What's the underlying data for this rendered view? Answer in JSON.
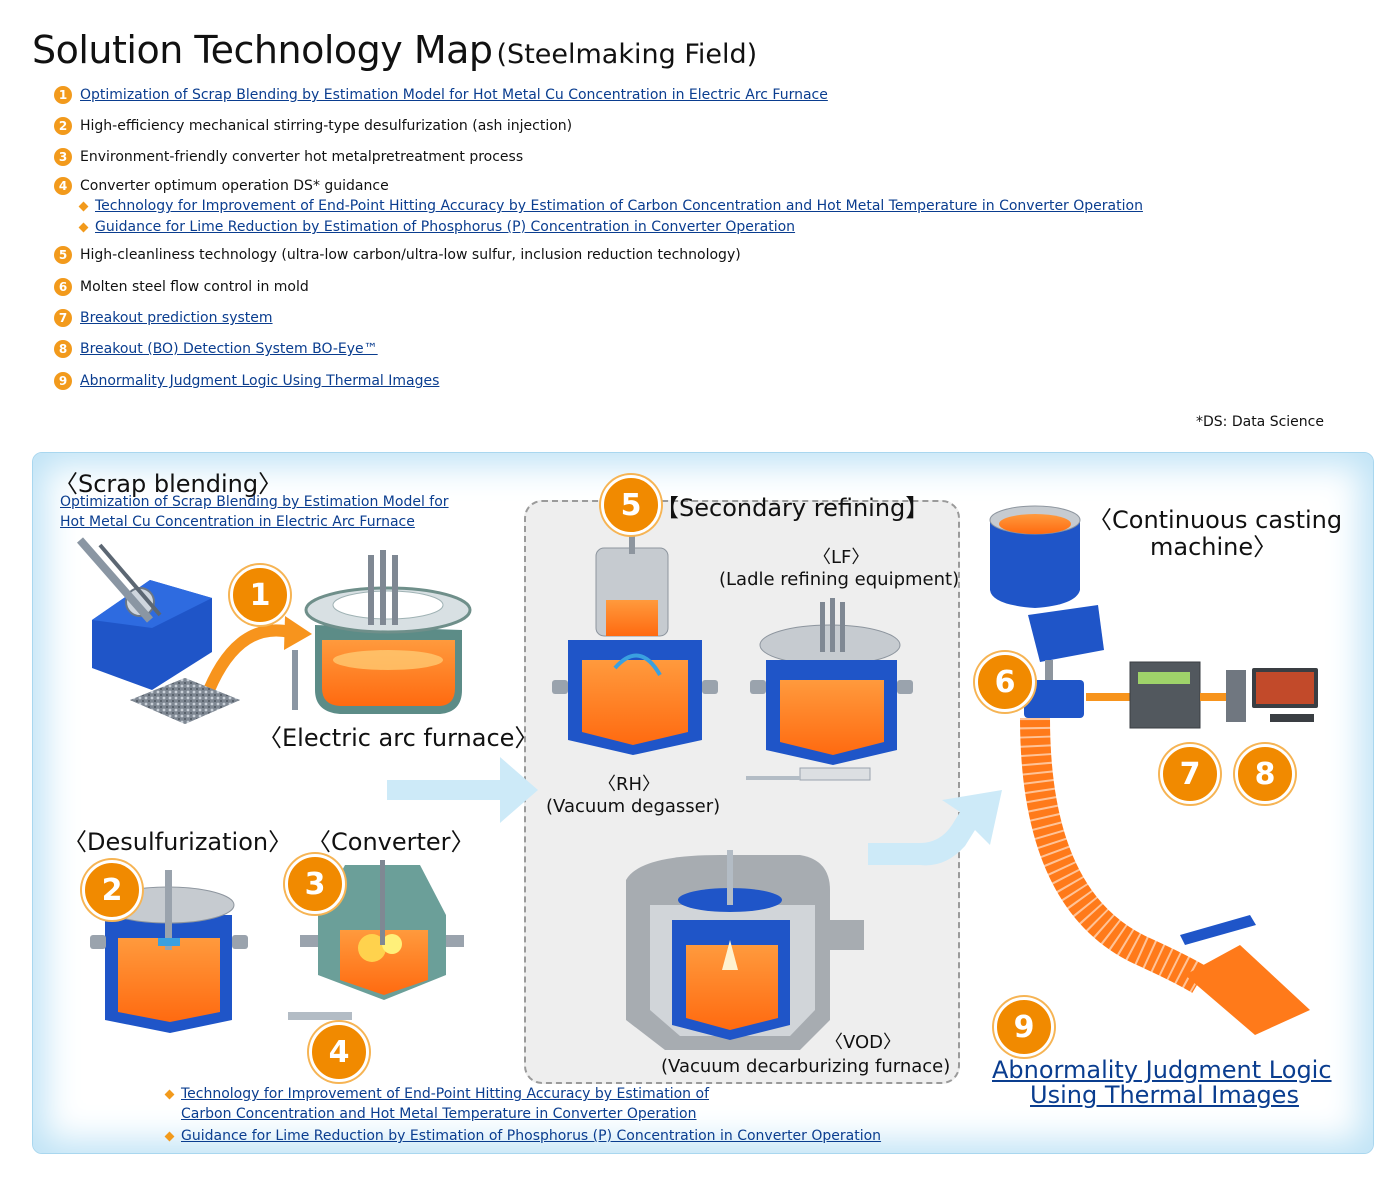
{
  "header": {
    "title": "Solution Technology Map",
    "subtitle": "(Steelmaking Field)"
  },
  "list": [
    {
      "num": "1",
      "text": "Optimization of Scrap Blending by Estimation Model for Hot Metal Cu Concentration in Electric Arc Furnace",
      "link": true
    },
    {
      "num": "2",
      "text": "High-efficiency mechanical stirring-type desulfurization (ash injection)",
      "link": false
    },
    {
      "num": "3",
      "text": "Environment-friendly converter hot metalpretreatment process",
      "link": false
    },
    {
      "num": "4",
      "text": "Converter optimum operation DS* guidance",
      "link": false,
      "subitems": [
        "Technology for Improvement of End-Point Hitting Accuracy by Estimation of Carbon Concentration and Hot Metal Temperature in Converter Operation",
        "Guidance for Lime Reduction by Estimation of Phosphorus (P) Concentration in Converter Operation"
      ]
    },
    {
      "num": "5",
      "text": "High-cleanliness technology (ultra-low carbon/ultra-low sulfur, inclusion reduction technology)",
      "link": false
    },
    {
      "num": "6",
      "text": "Molten steel flow control in mold",
      "link": false
    },
    {
      "num": "7",
      "text": "Breakout prediction system",
      "link": true
    },
    {
      "num": "8",
      "text": "Breakout (BO) Detection System BO-Eye™",
      "link": true
    },
    {
      "num": "9",
      "text": "Abnormality Judgment Logic Using Thermal Images",
      "link": true
    }
  ],
  "footnote": "*DS: Data Science",
  "diagram": {
    "scrap_title": "〈Scrap blending〉",
    "scrap_link_1": "Optimization of Scrap Blending by Estimation Model for",
    "scrap_link_2": "Hot Metal Cu Concentration in Electric Arc Furnace",
    "eaf_label": "〈Electric arc furnace〉",
    "desulf_label": "〈Desulfurization〉",
    "converter_label": "〈Converter〉",
    "secondary_label": "【Secondary refining】",
    "lf_label": "〈LF〉",
    "lf_sub": "(Ladle refining equipment)",
    "rh_label": "〈RH〉",
    "rh_sub": "(Vacuum degasser)",
    "vod_label": "〈VOD〉",
    "vod_sub": "(Vacuum decarburizing furnace)",
    "ccm_label_1": "〈Continuous casting",
    "ccm_label_2": "machine〉",
    "thermal_link_1": "Abnormality Judgment Logic",
    "thermal_link_2": "Using Thermal Images",
    "bottom_link_1a": "Technology for Improvement of End-Point Hitting Accuracy by Estimation of",
    "bottom_link_1b": "Carbon Concentration and Hot Metal Temperature in Converter Operation",
    "bottom_link_2": "Guidance for Lime Reduction by Estimation of Phosphorus (P) Concentration in Converter Operation",
    "badges": [
      "1",
      "2",
      "3",
      "4",
      "5",
      "6",
      "7",
      "8",
      "9"
    ]
  },
  "colors": {
    "accent_orange": "#f18a00",
    "link_blue": "#0a3d8f",
    "vessel_blue": "#1f55c8",
    "molten": "#ff7a1a",
    "arrow_blue": "#cdeaf8"
  }
}
